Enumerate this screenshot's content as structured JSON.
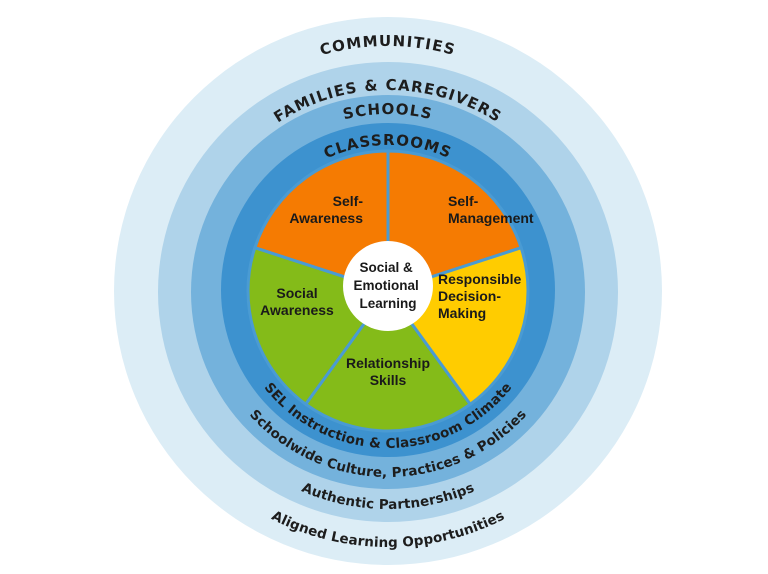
{
  "rings": [
    {
      "top_label": "COMMUNITIES",
      "bottom_label": "Aligned Learning Opportunities",
      "color": "#dcedf6"
    },
    {
      "top_label": "FAMILIES & CAREGIVERS",
      "bottom_label": "Authentic Partnerships",
      "color": "#afd3ea"
    },
    {
      "top_label": "SCHOOLS",
      "bottom_label": "Schoolwide Culture, Practices & Policies",
      "color": "#74b2dc"
    },
    {
      "top_label": "CLASSROOMS",
      "bottom_label": "SEL Instruction & Classroom Climate",
      "color": "#3d92cf"
    }
  ],
  "center": {
    "lines": [
      "Social &",
      "Emotional",
      "Learning"
    ],
    "color": "#ffffff"
  },
  "competencies": [
    {
      "lines": [
        "Self-",
        "Management"
      ],
      "color": "#f57b02"
    },
    {
      "lines": [
        "Self-",
        "Awareness"
      ],
      "color": "#f57b02"
    },
    {
      "lines": [
        "Social",
        "Awareness"
      ],
      "color": "#84bb19"
    },
    {
      "lines": [
        "Relationship",
        "Skills"
      ],
      "color": "#84bb19"
    },
    {
      "lines": [
        "Responsible",
        "Decision-",
        "Making"
      ],
      "color": "#ffcc00"
    }
  ],
  "separator_color": "#4a9bd3"
}
